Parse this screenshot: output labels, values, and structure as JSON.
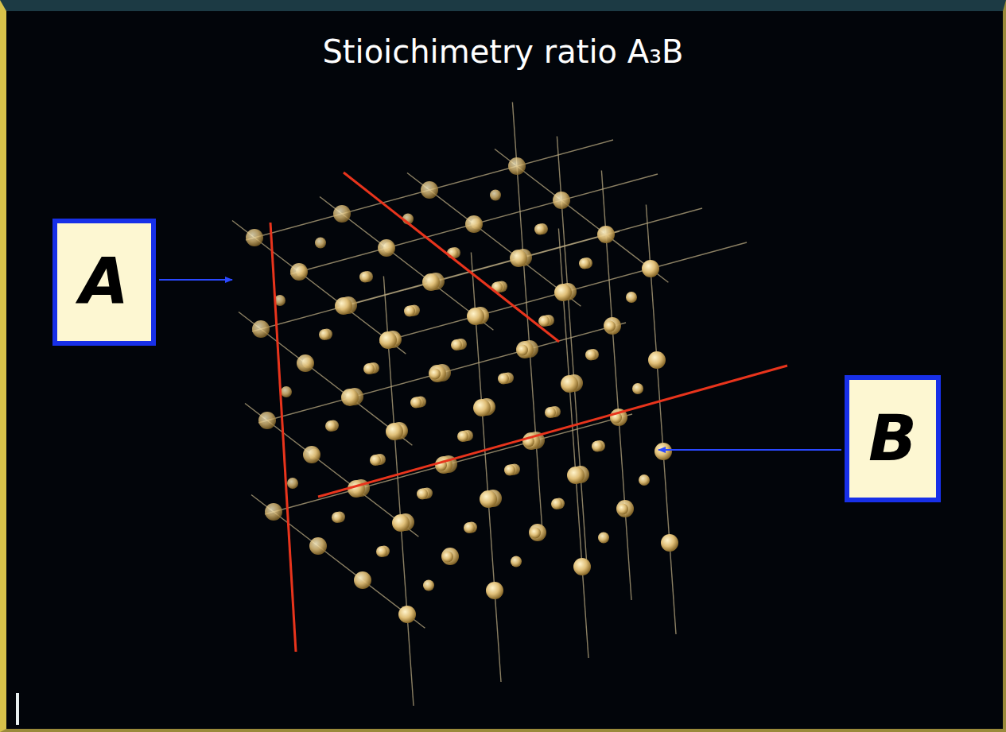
{
  "diagram": {
    "title": "Stioichimetry ratio A₃B",
    "nodes": [
      {
        "text": [
          "A"
        ]
      },
      {
        "text": [
          "B"
        ]
      }
    ]
  }
}
